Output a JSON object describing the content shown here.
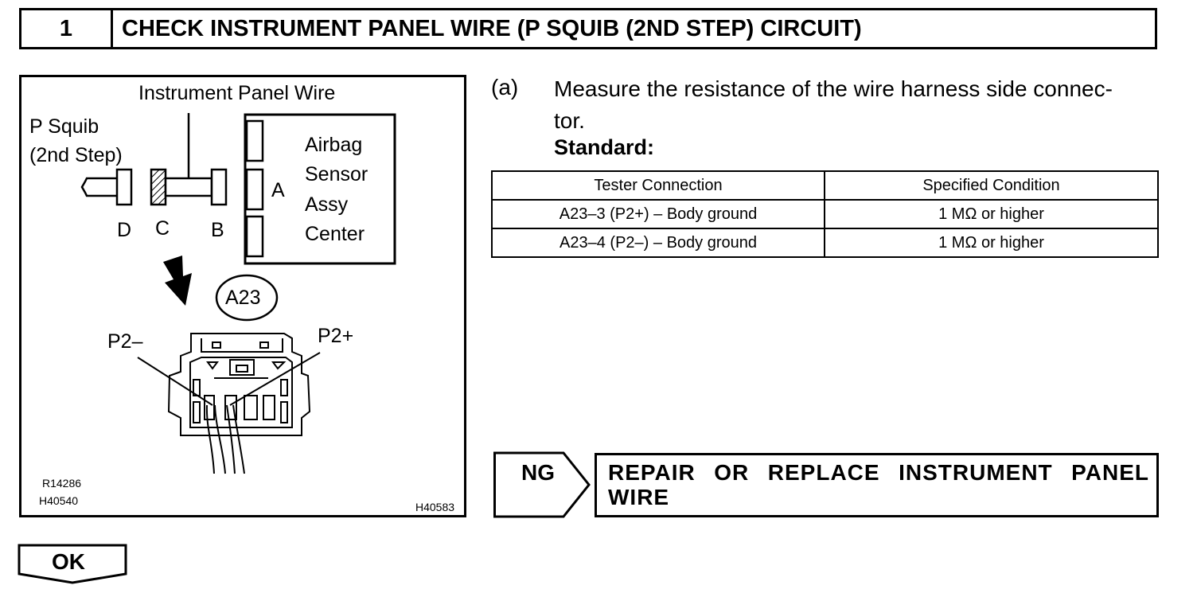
{
  "step": {
    "number": "1",
    "title": "CHECK INSTRUMENT PANEL WIRE (P SQUIB (2ND STEP) CIRCUIT)"
  },
  "figure": {
    "labels": {
      "instrument_panel_wire": "Instrument Panel Wire",
      "p_squib_line1": "P Squib",
      "p_squib_line2": "(2nd Step)",
      "airbag_line1": "Airbag",
      "airbag_line2": "Sensor",
      "airbag_line3": "Assy",
      "airbag_line4": "Center",
      "connector_a": "A",
      "connector_b": "B",
      "connector_c": "C",
      "connector_d": "D",
      "connector_id": "A23",
      "p2_minus": "P2–",
      "p2_plus": "P2+"
    },
    "codes": {
      "code1": "R14286",
      "code2": "H40540",
      "code3": "H40583"
    }
  },
  "instruction": {
    "marker": "(a)",
    "text": "Measure the resistance of the wire harness side connector.",
    "text_line1": "Measure the resistance of the wire harness side connec-",
    "text_line2": "tor.",
    "standard_label": "Standard:"
  },
  "table": {
    "headers": [
      "Tester Connection",
      "Specified Condition"
    ],
    "rows": [
      [
        "A23–3 (P2+) – Body ground",
        "1 MΩ or higher"
      ],
      [
        "A23–4 (P2–) – Body ground",
        "1 MΩ or higher"
      ]
    ]
  },
  "result": {
    "ng_label": "NG",
    "ng_action": "REPAIR OR REPLACE INSTRUMENT PANEL WIRE",
    "ok_label": "OK"
  }
}
